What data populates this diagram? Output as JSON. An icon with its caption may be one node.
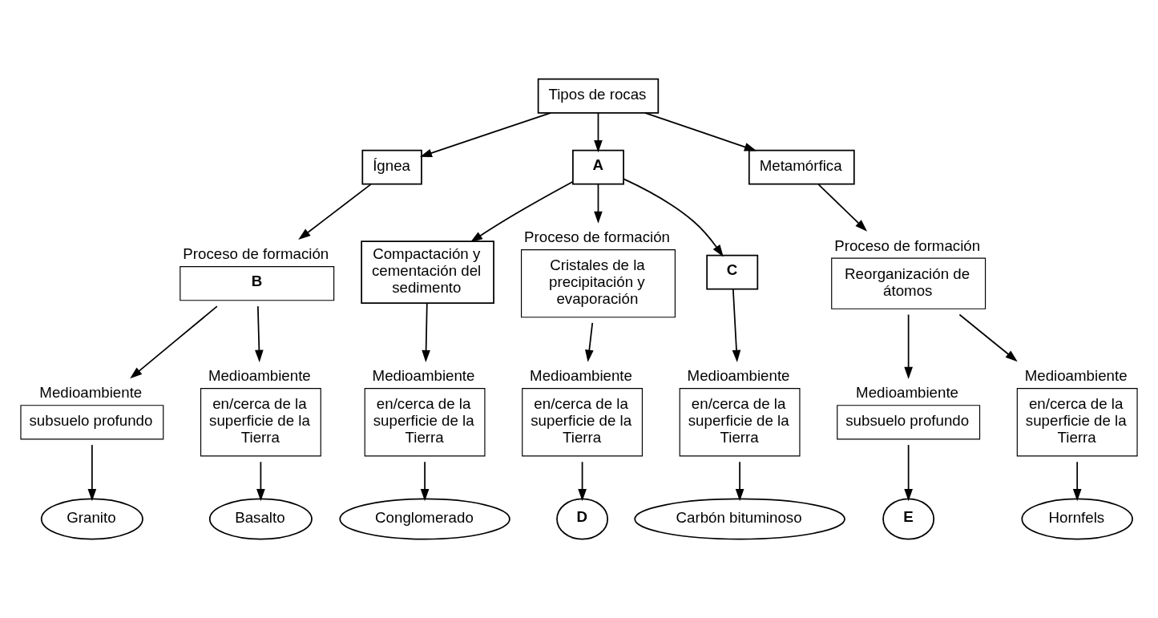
{
  "diagram": {
    "nodes": [
      {
        "text": [
          "Tipos de rocas"
        ]
      },
      {
        "text": [
          "Ígnea"
        ]
      },
      {
        "text": [
          "A"
        ]
      },
      {
        "text": [
          "Metamórfica"
        ]
      },
      {
        "text": [
          "Proceso de formación",
          "B"
        ]
      },
      {
        "text": [
          "Compactación y cementación del sedimento"
        ]
      },
      {
        "text": [
          "Proceso de formación",
          "Cristales de la precipitación y evaporación"
        ]
      },
      {
        "text": [
          "C"
        ]
      },
      {
        "text": [
          "Proceso de formación",
          "Reorganización de átomos"
        ]
      },
      {
        "text": [
          "Medioambiente",
          "subsuelo profundo"
        ]
      },
      {
        "text": [
          "Medioambiente",
          "en/cerca de la superficie de la Tierra"
        ]
      },
      {
        "text": [
          "Medioambiente",
          "en/cerca de la superficie de la Tierra"
        ]
      },
      {
        "text": [
          "Medioambiente",
          "en/cerca de la superficie de la Tierra"
        ]
      },
      {
        "text": [
          "Medioambiente",
          "en/cerca de la superficie de la Tierra"
        ]
      },
      {
        "text": [
          "Medioambiente",
          "subsuelo profundo"
        ]
      },
      {
        "text": [
          "Medioambiente",
          "en/cerca de la superficie de la Tierra"
        ]
      },
      {
        "text": [
          "Granito"
        ]
      },
      {
        "text": [
          "Basalto"
        ]
      },
      {
        "text": [
          "Conglomerado"
        ]
      },
      {
        "text": [
          "D"
        ]
      },
      {
        "text": [
          "Carbón bituminoso"
        ]
      },
      {
        "text": [
          "E"
        ]
      },
      {
        "text": [
          "Hornfels"
        ]
      }
    ],
    "edges": [
      {
        "from": 0,
        "to": 1,
        "arrow": "to"
      },
      {
        "from": 0,
        "to": 2,
        "arrow": "to"
      },
      {
        "from": 0,
        "to": 3,
        "arrow": "to"
      },
      {
        "from": 1,
        "to": 4,
        "arrow": "to"
      },
      {
        "from": 2,
        "to": 5,
        "arrow": "to"
      },
      {
        "from": 2,
        "to": 6,
        "arrow": "to"
      },
      {
        "from": 2,
        "to": 7,
        "arrow": "to"
      },
      {
        "from": 3,
        "to": 8,
        "arrow": "to"
      },
      {
        "from": 4,
        "to": 9,
        "arrow": "to"
      },
      {
        "from": 4,
        "to": 10,
        "arrow": "to"
      },
      {
        "from": 5,
        "to": 11,
        "arrow": "to"
      },
      {
        "from": 6,
        "to": 12,
        "arrow": "to"
      },
      {
        "from": 7,
        "to": 13,
        "arrow": "to"
      },
      {
        "from": 8,
        "to": 14,
        "arrow": "to"
      },
      {
        "from": 8,
        "to": 15,
        "arrow": "to"
      },
      {
        "from": 9,
        "to": 16,
        "arrow": "to"
      },
      {
        "from": 10,
        "to": 17,
        "arrow": "to"
      },
      {
        "from": 11,
        "to": 18,
        "arrow": "to"
      },
      {
        "from": 12,
        "to": 19,
        "arrow": "to"
      },
      {
        "from": 13,
        "to": 20,
        "arrow": "to"
      },
      {
        "from": 14,
        "to": 21,
        "arrow": "to"
      },
      {
        "from": 15,
        "to": 22,
        "arrow": "to"
      }
    ]
  }
}
